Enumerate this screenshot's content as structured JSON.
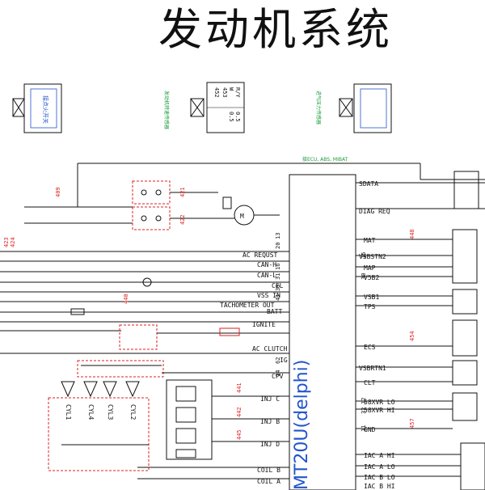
{
  "title": "发动机系统",
  "ecu": {
    "name": "MT20U(delphi)",
    "top_net": "接ECU, ABS, MIBAT"
  },
  "left_labels": [
    "AC REQUST",
    "CAN-H",
    "CAN-L",
    "CEL",
    "VSS IN",
    "TACHOMETER OUT",
    "BATT",
    "IGNITE",
    "AC CLUTCH",
    "IG",
    "CPV",
    "INJ C",
    "INJ B",
    "INJ D",
    "COIL B",
    "COIL A"
  ],
  "right_labels": [
    "SDATA",
    "DIAG REQ",
    "MAT",
    "VSBSTN2",
    "MAP",
    "V5B2",
    "VSB1",
    "TPS",
    "ECS",
    "VSBRTN1",
    "CLT",
    "58XVR LO",
    "58XVR HI",
    "GND",
    "IAC A HI",
    "IAC A LO",
    "IAC B LO",
    "IAC B HI"
  ],
  "ecu_pins": [
    "13",
    "20",
    "16",
    "31",
    "39",
    "41",
    "15",
    "30",
    "62",
    "14",
    "12",
    "32",
    "11"
  ],
  "coil_labels": [
    "CYL1",
    "CYL4",
    "CYL3",
    "CYL2"
  ],
  "connector_texts": {
    "c1_side": "接点火开关",
    "c2_side": "发动机转速传感器",
    "c3_side": "进气压力传感器",
    "c2_pins": [
      "452",
      "453"
    ],
    "c2_colors": [
      "W",
      "R/Y"
    ],
    "c2_sizes": [
      "0.5",
      "0.5"
    ]
  },
  "wire_codes": [
    "409",
    "421",
    "422",
    "423",
    "424",
    "440",
    "441",
    "442",
    "445",
    "448",
    "454",
    "457"
  ],
  "colors": {
    "wire": "#111111",
    "green": "#1a9a3a",
    "red": "#d22222",
    "blue": "#2255cc",
    "dashed": "#d22222"
  }
}
